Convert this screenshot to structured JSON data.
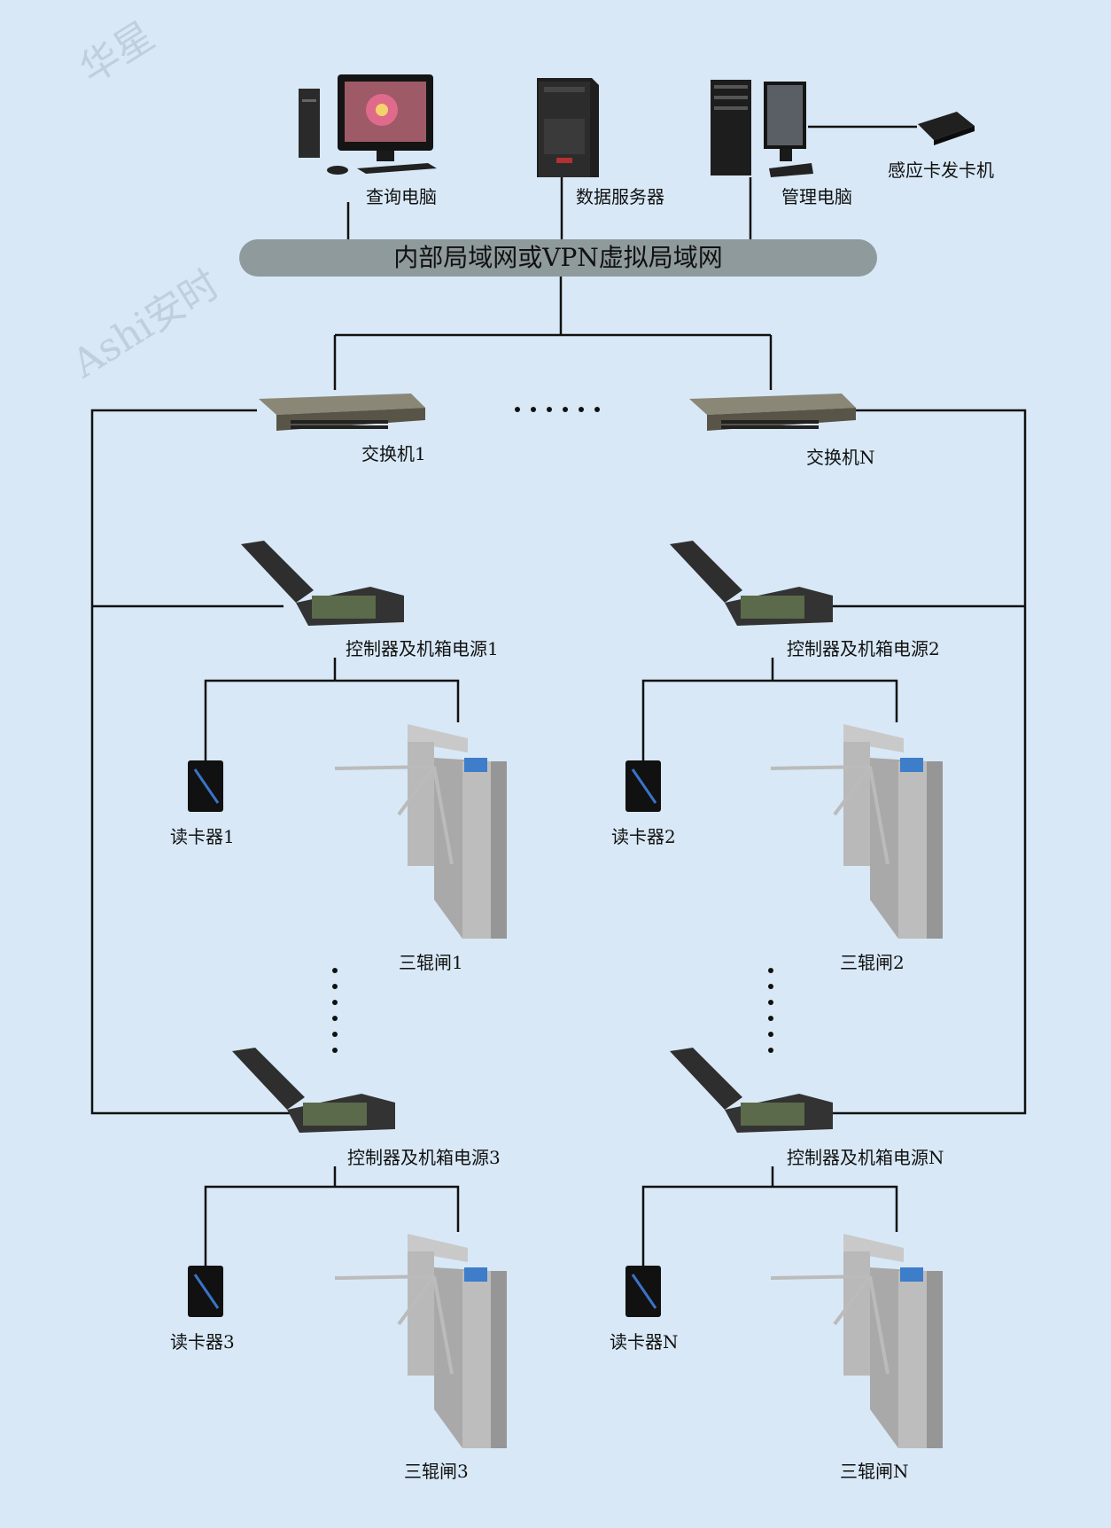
{
  "network": {
    "label": "内部局域网或VPN虚拟局域网"
  },
  "pcs": {
    "query_pc": "查询电脑",
    "data_server": "数据服务器",
    "admin_pc": "管理电脑",
    "card_issuer": "感应卡发卡机"
  },
  "switches": {
    "switch_1": "交换机1",
    "switch_n": "交换机N"
  },
  "controllers": {
    "controller_1": "控制器及机箱电源1",
    "controller_2": "控制器及机箱电源2",
    "controller_3": "控制器及机箱电源3",
    "controller_n": "控制器及机箱电源N"
  },
  "readers": {
    "reader_1": "读卡器1",
    "reader_2": "读卡器2",
    "reader_3": "读卡器3",
    "reader_n": "读卡器N"
  },
  "turnstiles": {
    "turnstile_1": "三辊闸1",
    "turnstile_2": "三辊闸2",
    "turnstile_3": "三辊闸3",
    "turnstile_n": "三辊闸N"
  },
  "watermark": {
    "text_1": "华星",
    "text_2": "Ashi安时"
  },
  "colors": {
    "background": "#d8e8f6",
    "network_bar": "#8f9a9c",
    "wire": "#111111"
  }
}
